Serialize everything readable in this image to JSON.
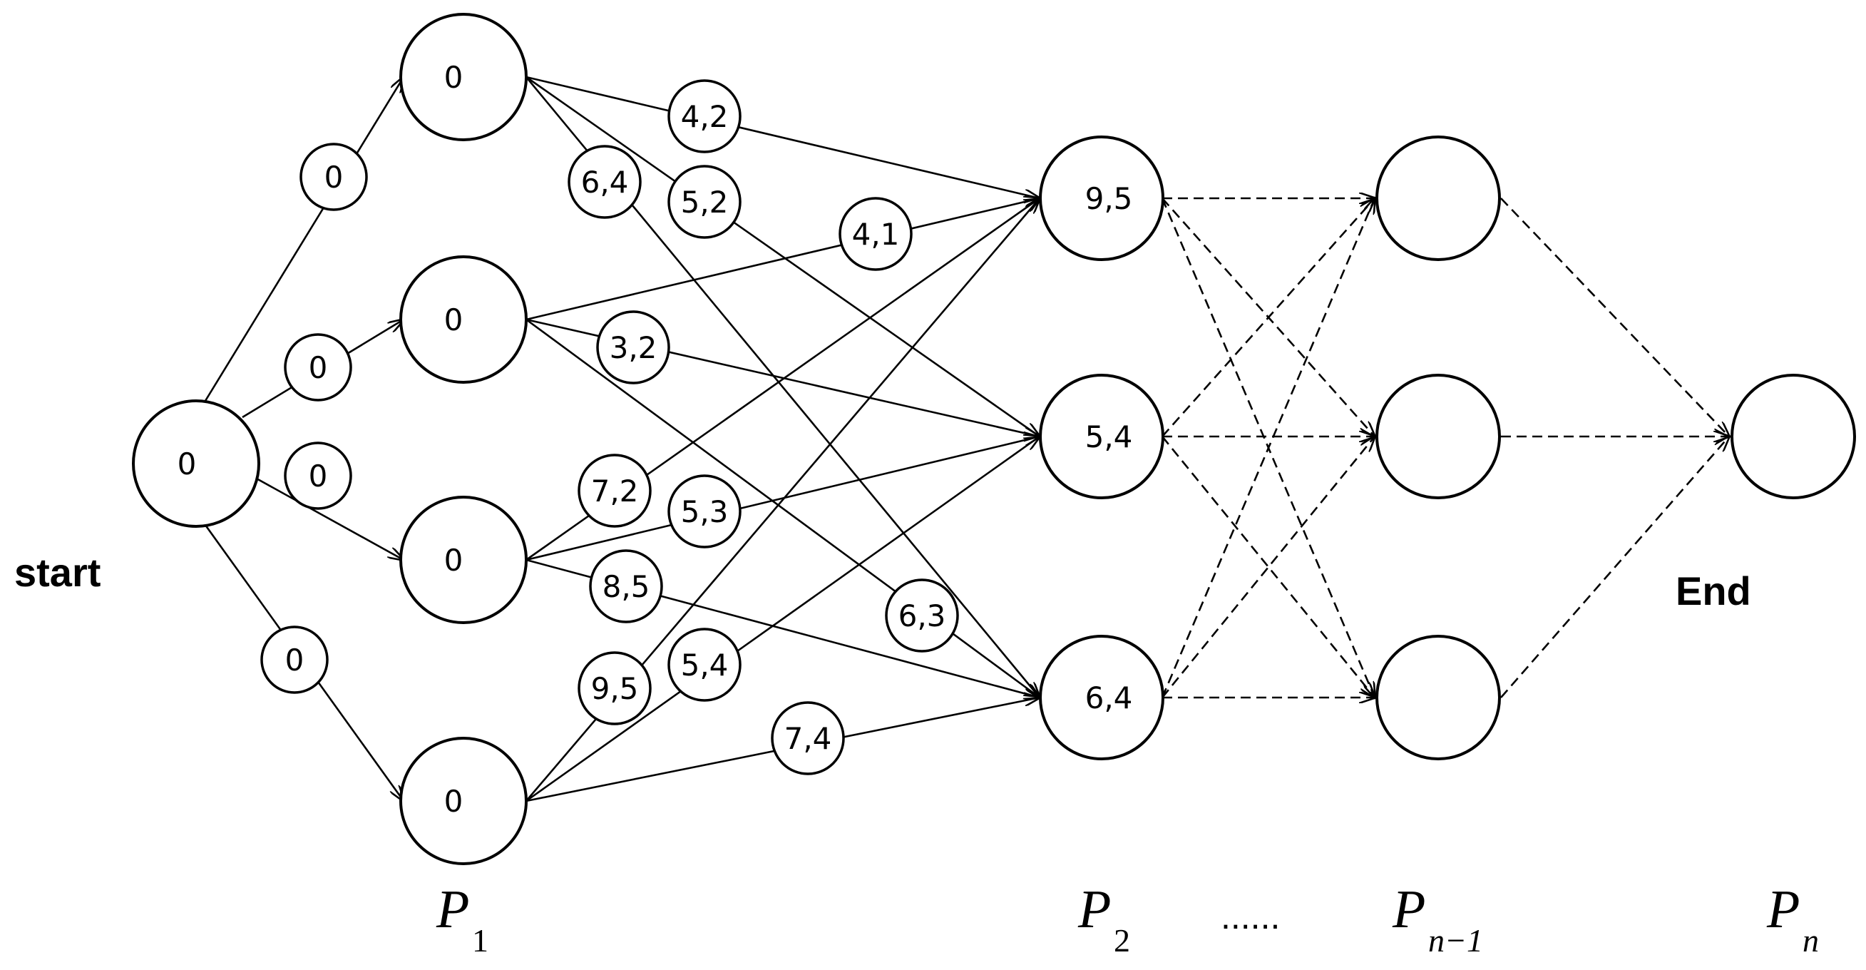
{
  "labels": {
    "start": "start",
    "end": "End",
    "ellipsis": "......"
  },
  "layers": {
    "p1": {
      "main": "P",
      "sub": "1"
    },
    "p2": {
      "main": "P",
      "sub": "2"
    },
    "pn1": {
      "main": "P",
      "sub": "n−1"
    },
    "pn": {
      "main": "P",
      "sub": "n"
    }
  },
  "nodes": {
    "start": "0",
    "p1": [
      "0",
      "0",
      "0",
      "0"
    ],
    "p2": [
      "9,5",
      "5,4",
      "6,4"
    ],
    "pn1": [
      "",
      "",
      ""
    ],
    "end": ""
  },
  "edge_weights": {
    "start_to_p1": [
      "0",
      "0",
      "0",
      "0"
    ],
    "p1_to_p2": [
      "4,2",
      "6,4",
      "5,2",
      "4,1",
      "3,2",
      "7,2",
      "5,3",
      "8,5",
      "6,3",
      "9,5",
      "5,4",
      "7,4"
    ]
  }
}
